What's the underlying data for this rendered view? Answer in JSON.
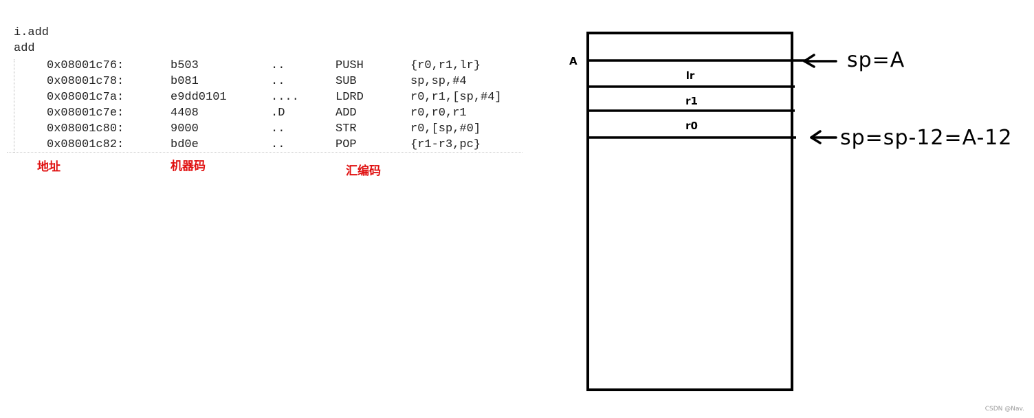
{
  "listing": {
    "function_lines": [
      "i.add",
      "add"
    ],
    "rows": [
      {
        "address": "0x08001c76:",
        "machine_code": "b503",
        "ascii": "..",
        "mnemonic": "PUSH",
        "operands": "{r0,r1,lr}"
      },
      {
        "address": "0x08001c78:",
        "machine_code": "b081",
        "ascii": "..",
        "mnemonic": "SUB",
        "operands": "sp,sp,#4"
      },
      {
        "address": "0x08001c7a:",
        "machine_code": "e9dd0101",
        "ascii": "....",
        "mnemonic": "LDRD",
        "operands": "r0,r1,[sp,#4]"
      },
      {
        "address": "0x08001c7e:",
        "machine_code": "4408",
        "ascii": ".D",
        "mnemonic": "ADD",
        "operands": "r0,r0,r1"
      },
      {
        "address": "0x08001c80:",
        "machine_code": "9000",
        "ascii": "..",
        "mnemonic": "STR",
        "operands": "r0,[sp,#0]"
      },
      {
        "address": "0x08001c82:",
        "machine_code": "bd0e",
        "ascii": "..",
        "mnemonic": "POP",
        "operands": "{r1-r3,pc}"
      }
    ],
    "column_labels": {
      "address": "地址",
      "machine_code": "机器码",
      "assembly": "汇编码"
    },
    "label_color": "#e01010"
  },
  "stack": {
    "top_marker": "A",
    "slots": [
      "lr",
      "r1",
      "r0"
    ],
    "annotations": {
      "top": "sp=A",
      "bottom": "sp=sp-12=A-12"
    }
  },
  "watermark": "CSDN @Nav."
}
